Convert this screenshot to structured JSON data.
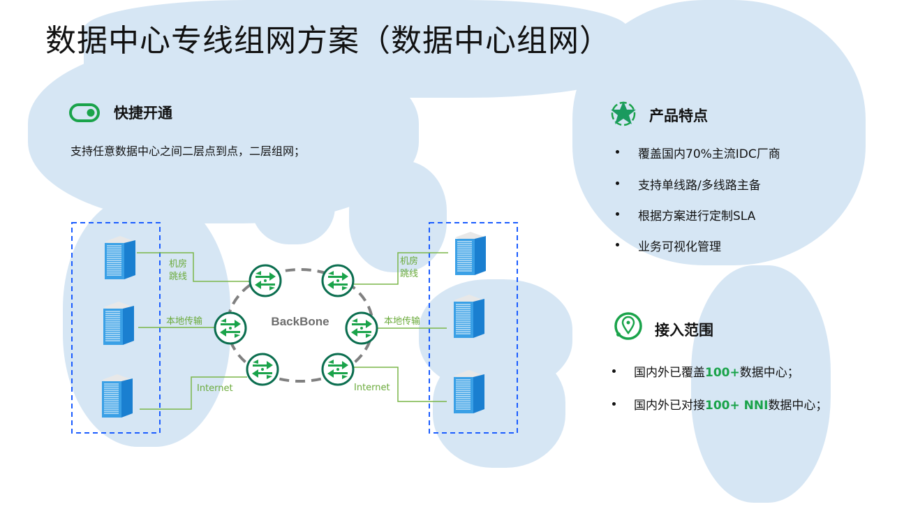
{
  "title": "数据中心专线组网方案（数据中心组网）",
  "quick_open": {
    "heading": "快捷开通",
    "description": "支持任意数据中心之间二层点到点，二层组网；",
    "icon": "toggle-icon"
  },
  "diagram": {
    "backbone_label": "BackBone",
    "left_links": [
      "机房",
      "跳线",
      "本地传输",
      "Internet"
    ],
    "right_links": [
      "机房",
      "跳线",
      "本地传输",
      "Internet"
    ],
    "colors": {
      "router": "#1aa34a",
      "router_ring": "#0b6e4f",
      "link": "#7ab648",
      "dashed_box": "#1a5cff",
      "ring": "#808080"
    }
  },
  "features": {
    "heading": "产品特点",
    "icon": "star-icon",
    "items": [
      "覆盖国内70%主流IDC厂商",
      "支持单线路/多线路主备",
      "根据方案进行定制SLA",
      "业务可视化管理"
    ]
  },
  "coverage": {
    "heading": "接入范围",
    "icon": "location-icon",
    "items": [
      {
        "pre": "国内外已覆盖",
        "hl": "100+",
        "post": "数据中心；"
      },
      {
        "pre": "国内外已对接",
        "hl": "100+ NNI",
        "post": "数据中心；"
      }
    ]
  }
}
